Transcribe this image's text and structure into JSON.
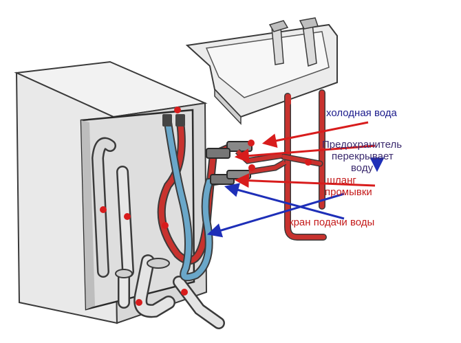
{
  "labels": {
    "cold_water": "холодная вода",
    "fuse_line1": "Предохранитель",
    "fuse_line2": "перекрывает",
    "fuse_line3": "воду",
    "hose_line1": "шланг",
    "hose_line2": "промывки",
    "valve": "кран подачи воды"
  },
  "colors": {
    "red_arrow": "#d81c1c",
    "blue_arrow": "#1e2fb8",
    "cold_pipe": "#6aa7c9",
    "hot_pipe": "#c8322e",
    "outline": "#3a3a3a"
  },
  "icons": [
    "washing-machine",
    "sink",
    "faucet",
    "drain-siphon",
    "hose",
    "valve"
  ]
}
